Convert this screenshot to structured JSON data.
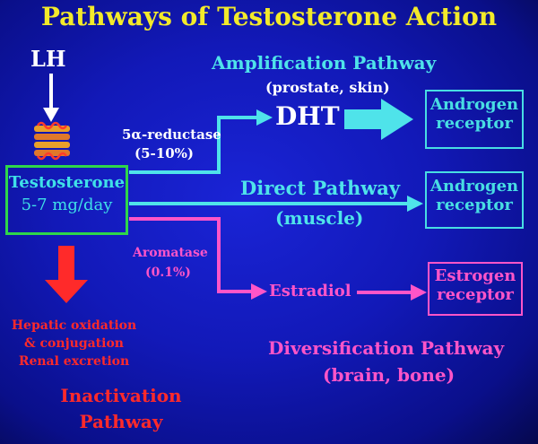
{
  "title": "Pathways of Testosterone Action",
  "hormone_input": "LH",
  "source": {
    "name": "Testosterone",
    "dose": "5-7 mg/day"
  },
  "amplification": {
    "label": "Amplification Pathway",
    "tissues": "(prostate, skin)",
    "enzyme": "5α-reductase",
    "percent": "(5-10%)",
    "product": "DHT",
    "receptor_line1": "Androgen",
    "receptor_line2": "receptor"
  },
  "direct": {
    "label": "Direct Pathway",
    "tissues": "(muscle)",
    "receptor_line1": "Androgen",
    "receptor_line2": "receptor"
  },
  "diversification": {
    "enzyme": "Aromatase",
    "percent": "(0.1%)",
    "product": "Estradiol",
    "receptor_line1": "Estrogen",
    "receptor_line2": "receptor",
    "label": "Diversification Pathway",
    "tissues": "(brain, bone)"
  },
  "inactivation": {
    "line1": "Hepatic oxidation",
    "line2": "& conjugation",
    "line3": "Renal excretion",
    "label_line1": "Inactivation",
    "label_line2": "Pathway"
  },
  "colors": {
    "title": "#f3ea2a",
    "amplification": "#4fe3ea",
    "diversification": "#ff55c8",
    "inactivation": "#ff2a2a",
    "source_border": "#2fd64a",
    "background": "#1219b8"
  }
}
